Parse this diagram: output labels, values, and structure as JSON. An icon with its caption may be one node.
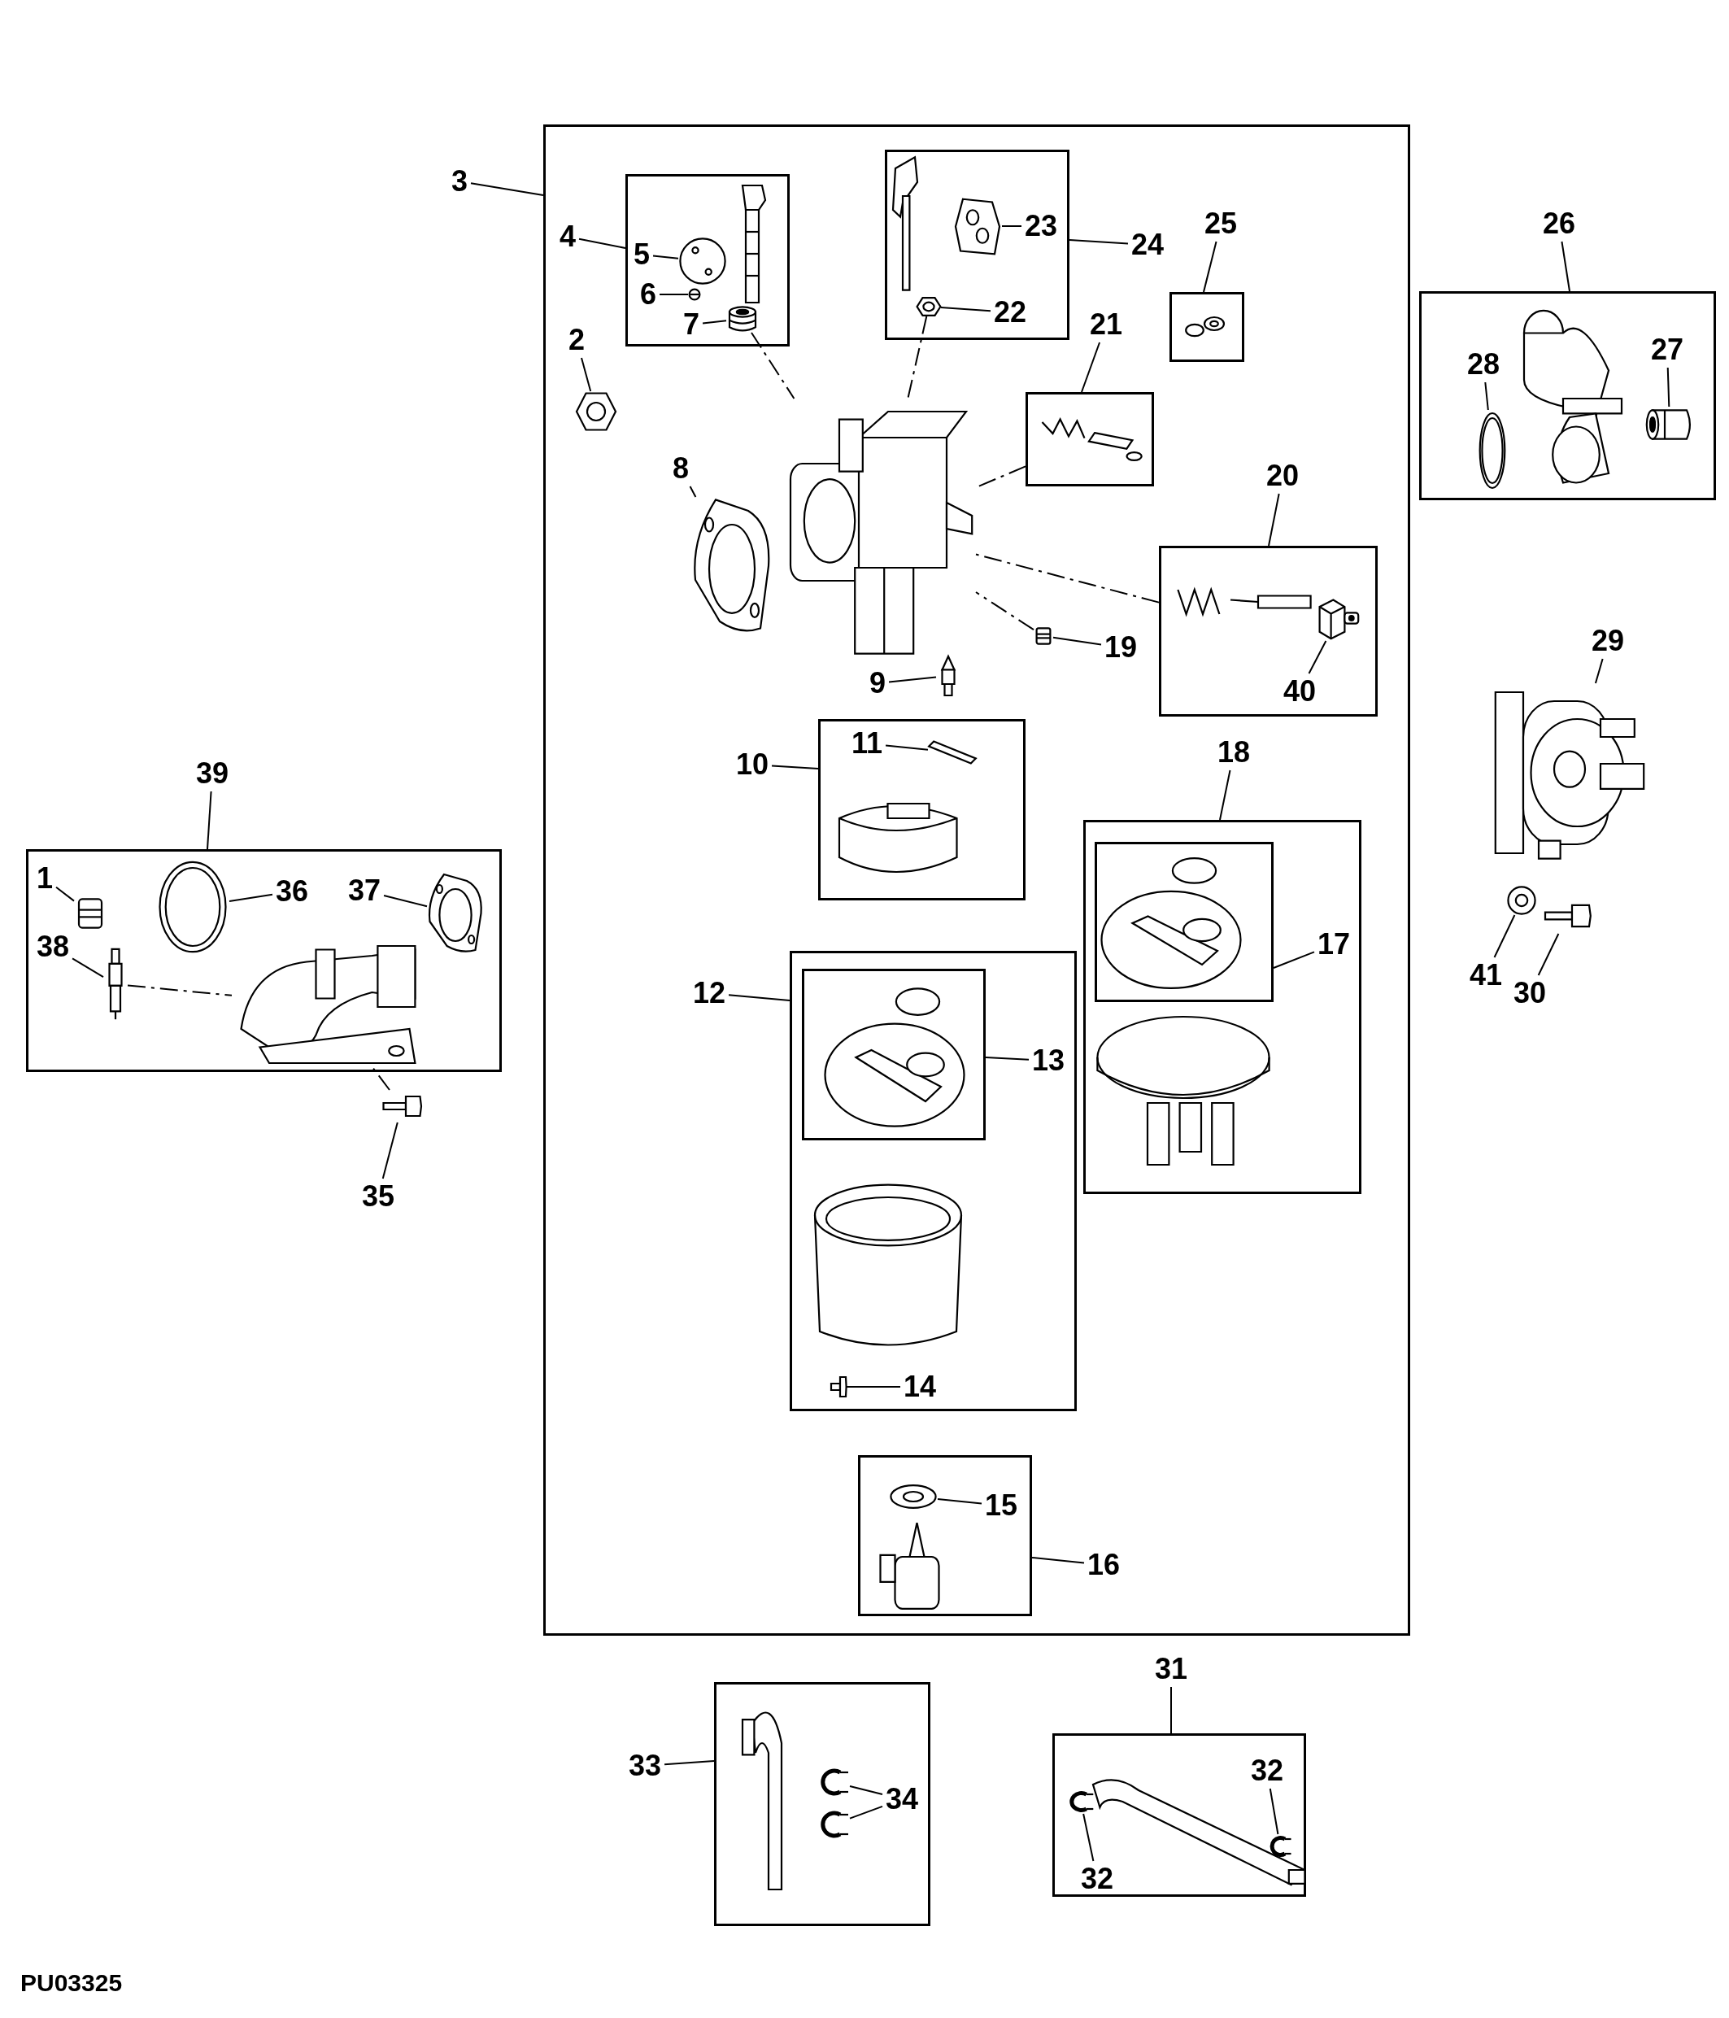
{
  "diagram": {
    "nodes": [
      {
        "text": [
          "3"
        ]
      },
      {
        "text": [],
        "shape": "box"
      },
      {
        "text": [
          "4"
        ],
        "in": 1
      },
      {
        "text": [],
        "shape": "box",
        "in": 1
      },
      {
        "text": [
          "5"
        ],
        "in": 3
      },
      {
        "text": [],
        "shape": "picture",
        "in": 3
      },
      {
        "text": [
          "6"
        ],
        "in": 3
      },
      {
        "text": [],
        "shape": "picture",
        "in": 3
      },
      {
        "text": [
          "7"
        ],
        "in": 3
      },
      {
        "text": [],
        "shape": "picture",
        "in": 3
      },
      {
        "text": [],
        "shape": "box",
        "in": 1
      },
      {
        "text": [
          "23"
        ],
        "in": 10
      },
      {
        "text": [],
        "shape": "picture",
        "in": 10
      },
      {
        "text": [
          "22"
        ],
        "in": 10
      },
      {
        "text": [],
        "shape": "picture",
        "in": 10
      },
      {
        "text": [
          "24"
        ],
        "in": 1
      },
      {
        "text": [
          "25"
        ],
        "in": 1
      },
      {
        "text": [],
        "shape": "box",
        "in": 1
      },
      {
        "text": [
          "2"
        ],
        "in": 1
      },
      {
        "text": [],
        "shape": "picture",
        "in": 1
      },
      {
        "text": [
          "21"
        ],
        "in": 1
      },
      {
        "text": [],
        "shape": "box",
        "in": 1
      },
      {
        "text": [
          "8"
        ],
        "in": 1
      },
      {
        "text": [],
        "shape": "picture",
        "in": 1
      },
      {
        "text": [],
        "shape": "picture",
        "in": 1
      },
      {
        "text": [
          "20"
        ],
        "in": 1
      },
      {
        "text": [],
        "shape": "box",
        "in": 1
      },
      {
        "text": [],
        "shape": "picture",
        "in": 26
      },
      {
        "text": [
          "40"
        ],
        "in": 26
      },
      {
        "text": [
          "19"
        ],
        "in": 1
      },
      {
        "text": [],
        "shape": "picture",
        "in": 1
      },
      {
        "text": [
          "9"
        ],
        "in": 1
      },
      {
        "text": [],
        "shape": "picture",
        "in": 1
      },
      {
        "text": [
          "10"
        ],
        "in": 1
      },
      {
        "text": [],
        "shape": "box",
        "in": 1
      },
      {
        "text": [
          "11"
        ],
        "in": 34
      },
      {
        "text": [],
        "shape": "picture",
        "in": 34
      },
      {
        "text": [
          "18"
        ],
        "in": 1
      },
      {
        "text": [],
        "shape": "box",
        "in": 1
      },
      {
        "text": [],
        "shape": "box",
        "in": 38
      },
      {
        "text": [
          "17"
        ],
        "in": 38
      },
      {
        "text": [
          "12"
        ],
        "in": 1
      },
      {
        "text": [],
        "shape": "box",
        "in": 1
      },
      {
        "text": [],
        "shape": "box",
        "in": 42
      },
      {
        "text": [
          "13"
        ],
        "in": 42
      },
      {
        "text": [
          "14"
        ],
        "in": 42
      },
      {
        "text": [],
        "shape": "picture",
        "in": 42
      },
      {
        "text": [],
        "shape": "box",
        "in": 1
      },
      {
        "text": [
          "15"
        ],
        "in": 47
      },
      {
        "text": [],
        "shape": "picture",
        "in": 47
      },
      {
        "text": [
          "16"
        ],
        "in": 1
      },
      {
        "text": [
          "26"
        ]
      },
      {
        "text": [],
        "shape": "box"
      },
      {
        "text": [
          "28"
        ],
        "in": 52
      },
      {
        "text": [],
        "shape": "picture",
        "in": 52
      },
      {
        "text": [
          "27"
        ],
        "in": 52
      },
      {
        "text": [],
        "shape": "picture",
        "in": 52
      },
      {
        "text": [
          "29"
        ]
      },
      {
        "text": [],
        "shape": "picture"
      },
      {
        "text": [],
        "shape": "picture"
      },
      {
        "text": [],
        "shape": "picture"
      },
      {
        "text": [
          "41"
        ]
      },
      {
        "text": [
          "30"
        ]
      },
      {
        "text": [
          "39"
        ]
      },
      {
        "text": [],
        "shape": "box"
      },
      {
        "text": [
          "1"
        ],
        "in": 64
      },
      {
        "text": [],
        "shape": "picture",
        "in": 64
      },
      {
        "text": [
          "36"
        ],
        "in": 64
      },
      {
        "text": [],
        "shape": "picture",
        "in": 64
      },
      {
        "text": [
          "37"
        ],
        "in": 64
      },
      {
        "text": [],
        "shape": "picture",
        "in": 64
      },
      {
        "text": [
          "38"
        ],
        "in": 64
      },
      {
        "text": [],
        "shape": "picture",
        "in": 64
      },
      {
        "text": [],
        "shape": "picture",
        "in": 64
      },
      {
        "text": [],
        "shape": "picture"
      },
      {
        "text": [
          "35"
        ]
      },
      {
        "text": [
          "33"
        ]
      },
      {
        "text": [],
        "shape": "box"
      },
      {
        "text": [],
        "shape": "picture",
        "in": 77
      },
      {
        "text": [],
        "shape": "picture",
        "in": 77
      },
      {
        "text": [
          "34"
        ],
        "in": 77
      },
      {
        "text": [
          "31"
        ]
      },
      {
        "text": [],
        "shape": "box"
      },
      {
        "text": [
          "32"
        ],
        "in": 82
      },
      {
        "text": [],
        "shape": "picture",
        "in": 82
      },
      {
        "text": [],
        "shape": "picture",
        "in": 82
      },
      {
        "text": [
          "32"
        ],
        "in": 82
      }
    ],
    "edges": [
      {
        "from": 0,
        "to": 1,
        "arrow": "none"
      },
      {
        "from": 2,
        "to": 3,
        "arrow": "none"
      },
      {
        "from": 4,
        "to": 5,
        "arrow": "none"
      },
      {
        "from": 6,
        "to": 7,
        "arrow": "none"
      },
      {
        "from": 8,
        "to": 9,
        "arrow": "none"
      },
      {
        "from": 11,
        "to": 12,
        "arrow": "none"
      },
      {
        "from": 13,
        "to": 14,
        "arrow": "none"
      },
      {
        "from": 15,
        "to": 10,
        "arrow": "none"
      },
      {
        "from": 16,
        "to": 17,
        "arrow": "none"
      },
      {
        "from": 18,
        "to": 19,
        "arrow": "none"
      },
      {
        "from": 20,
        "to": 21,
        "arrow": "none"
      },
      {
        "from": 22,
        "to": 23,
        "arrow": "none"
      },
      {
        "from": 25,
        "to": 26,
        "arrow": "none"
      },
      {
        "from": 28,
        "to": 27,
        "arrow": "none"
      },
      {
        "from": 29,
        "to": 30,
        "arrow": "none"
      },
      {
        "from": 31,
        "to": 32,
        "arrow": "none"
      },
      {
        "from": 33,
        "to": 34,
        "arrow": "none"
      },
      {
        "from": 35,
        "to": 36,
        "arrow": "none"
      },
      {
        "from": 37,
        "to": 38,
        "arrow": "none"
      },
      {
        "from": 40,
        "to": 39,
        "arrow": "none"
      },
      {
        "from": 41,
        "to": 42,
        "arrow": "none"
      },
      {
        "from": 44,
        "to": 43,
        "arrow": "none"
      },
      {
        "from": 45,
        "to": 46,
        "arrow": "none"
      },
      {
        "from": 48,
        "to": 49,
        "arrow": "none"
      },
      {
        "from": 50,
        "to": 47,
        "arrow": "none"
      },
      {
        "from": 51,
        "to": 52,
        "arrow": "none"
      },
      {
        "from": 53,
        "to": 54,
        "arrow": "none"
      },
      {
        "from": 55,
        "to": 56,
        "arrow": "none"
      },
      {
        "from": 57,
        "to": 58,
        "arrow": "none"
      },
      {
        "from": 61,
        "to": 59,
        "arrow": "none"
      },
      {
        "from": 62,
        "to": 60,
        "arrow": "none"
      },
      {
        "from": 63,
        "to": 64,
        "arrow": "none"
      },
      {
        "from": 65,
        "to": 66,
        "arrow": "none"
      },
      {
        "from": 67,
        "to": 68,
        "arrow": "none"
      },
      {
        "from": 69,
        "to": 70,
        "arrow": "none"
      },
      {
        "from": 71,
        "to": 72,
        "arrow": "none"
      },
      {
        "from": 75,
        "to": 74,
        "arrow": "none"
      },
      {
        "from": 76,
        "to": 77,
        "arrow": "none"
      },
      {
        "from": 80,
        "to": 78,
        "arrow": "none"
      },
      {
        "from": 80,
        "to": 79,
        "arrow": "none"
      },
      {
        "from": 81,
        "to": 82,
        "arrow": "none"
      },
      {
        "from": 83,
        "to": 84,
        "arrow": "none"
      },
      {
        "from": 86,
        "to": 85,
        "arrow": "none"
      },
      {
        "from": 9,
        "to": 24,
        "arrow": "none",
        "style": "dashed"
      },
      {
        "from": 14,
        "to": 24,
        "arrow": "none",
        "style": "dashed"
      },
      {
        "from": 21,
        "to": 24,
        "arrow": "none",
        "style": "dashed"
      },
      {
        "from": 26,
        "to": 24,
        "arrow": "none",
        "style": "dashed"
      },
      {
        "from": 30,
        "to": 24,
        "arrow": "none",
        "style": "dashed"
      },
      {
        "from": 72,
        "to": 73,
        "arrow": "none",
        "style": "dashed"
      },
      {
        "from": 74,
        "to": 73,
        "arrow": "none",
        "style": "dashed"
      }
    ],
    "labels": [
      "PU03325"
    ]
  }
}
